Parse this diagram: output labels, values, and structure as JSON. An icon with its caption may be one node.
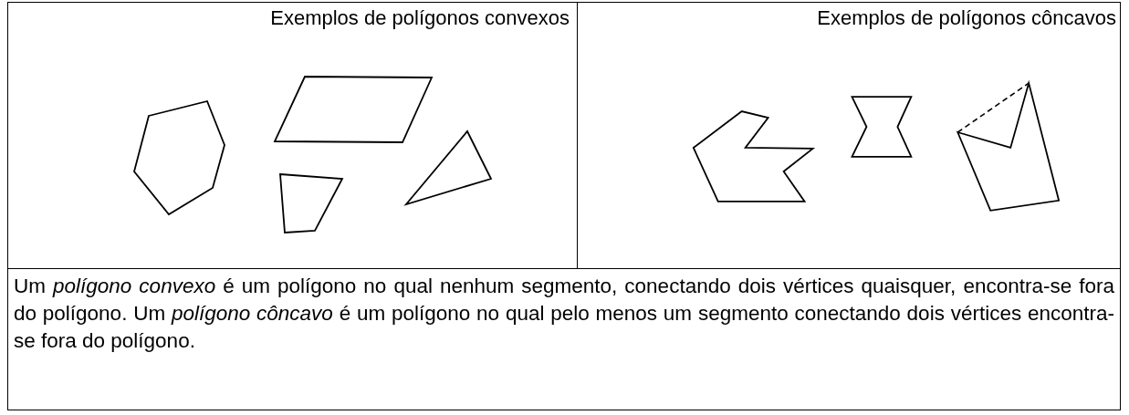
{
  "diagram": {
    "labels": [
      "Exemplos de polígonos convexos",
      "Exemplos de polígonos côncavos",
      "Um *polígono convexo* é um polígono no qual nenhum segmento, conectando dois vértices quaisquer, encontra-se fora do polígono. Um *polígono côncavo* é um polígono no qual pelo menos um segmento conectando dois vértices encontra-se fora do polígono."
    ]
  }
}
